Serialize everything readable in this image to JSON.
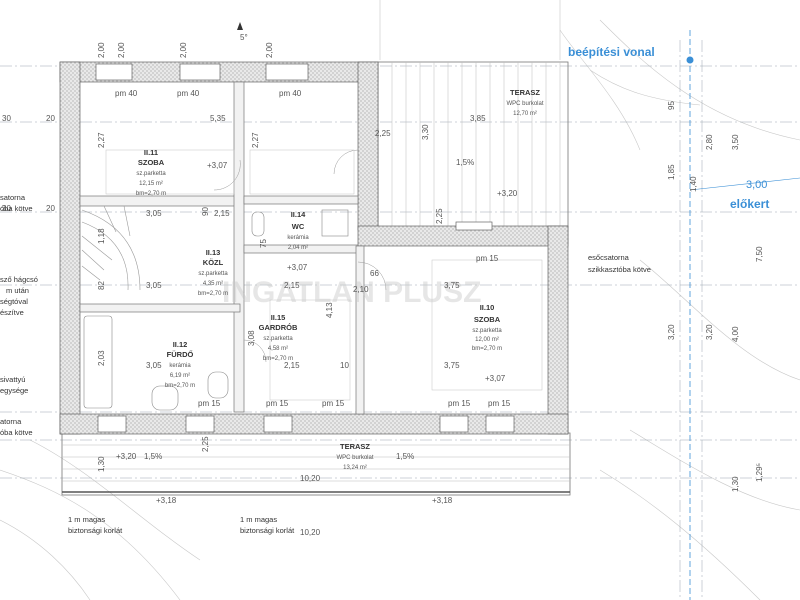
{
  "north": "5°",
  "rooms": {
    "r11": {
      "id": "II.11",
      "name": "SZOBA",
      "floor": "sz.parketta",
      "area": "12,15 m²",
      "height": "bm=2,70 m"
    },
    "r12": {
      "id": "II.12",
      "name": "FÜRDŐ",
      "floor": "kerámia",
      "area": "6,19 m²",
      "height": "bm=2,70 m"
    },
    "r13": {
      "id": "II.13",
      "name": "KÖZL",
      "floor": "sz.parketta",
      "area": "4,35 m²",
      "height": "bm=2,70 m"
    },
    "r14": {
      "id": "II.14",
      "name": "WC",
      "floor": "kerámia",
      "area": "2,04 m²"
    },
    "r15": {
      "id": "II.15",
      "name": "GARDRÓB",
      "floor": "sz.parketta",
      "area": "4,58 m²",
      "height": "bm=2,70 m"
    },
    "r10": {
      "id": "II.10",
      "name": "SZOBA",
      "floor": "sz.parketta",
      "area": "12,00 m²",
      "height": "bm=2,70 m"
    },
    "t1": {
      "name": "TERASZ",
      "floor": "WPC burkolat",
      "area": "12,70 m²"
    },
    "t2": {
      "name": "TERASZ",
      "floor": "WPC burkolat",
      "area": "13,24 m²"
    }
  },
  "levels": {
    "l1": "+3,07",
    "l2": "+3,07",
    "l3": "+3,07",
    "l4": "+3,20",
    "l5": "+3,20",
    "l6": "+3,18",
    "l7": "+3,18"
  },
  "slopes": {
    "s1": "1,5%",
    "s2": "1,5%",
    "s3": "1,5%"
  },
  "notes": {
    "building_line": "beépítési vonal",
    "front_garden": "előkert",
    "front_garden_dim": "3,00",
    "gutter_right_1": "esőcsatorna",
    "gutter_right_2": "szikkasztóba kötve",
    "gutter_left_1": "satorna",
    "gutter_left_2": "óba kötve",
    "left_a": "sző hágcsó",
    "left_b": "m után",
    "left_c": "ségtóval",
    "left_d": "észítve",
    "left_e": "sivattyú",
    "left_f": "egysége",
    "left_g": "atorna",
    "left_h": "óba kötve",
    "railing_1a": "1 m magas",
    "railing_1b": "biztonsági korlát",
    "railing_2a": "1 m magas",
    "railing_2b": "biztonsági korlát",
    "watermark": "INGATLAN PLUSZ"
  },
  "dims": {
    "pm40a": "pm 40",
    "pm40b": "pm 40",
    "pm40c": "pm 40",
    "pm15a": "pm 15",
    "pm15b": "pm 15",
    "pm15c": "pm 15",
    "pm15d": "pm 15",
    "pm15e": "pm 15",
    "pm15f": "pm 15",
    "d535": "5,35",
    "d385": "3,85",
    "d330": "3,30",
    "d225": "2,25",
    "d305a": "3,05",
    "d305b": "3,05",
    "d305c": "3,05",
    "d215a": "2,15",
    "d215b": "2,15",
    "d215c": "2,15",
    "d210": "2,10",
    "d375a": "3,75",
    "d375b": "3,75",
    "d413": "4,13",
    "d308": "3,08",
    "d227a": "2,27",
    "d227b": "2,27",
    "d203": "2,03",
    "d118": "1,18",
    "d82": "82",
    "d1020a": "10,20",
    "d1020b": "10,20",
    "d130a": "1,30",
    "d130b": "1,30",
    "d750": "7,50",
    "d400": "4,00",
    "d350": "3,50",
    "d280": "2,80",
    "d185": "1,85",
    "d140": "1,40",
    "d320a": "3,20",
    "d320b": "3,20",
    "d129": "1,29⁵",
    "d30a": "30",
    "d20a": "20",
    "d30b": "30",
    "d20b": "20",
    "d95": "95",
    "d90": "90",
    "d10": "10",
    "d200a": "2,00",
    "d200b": "2,00",
    "d200c": "2,00",
    "d200d": "2,00",
    "d75": "75",
    "d66": "66",
    "d225b": "2,25",
    "d225c": "2,25"
  }
}
